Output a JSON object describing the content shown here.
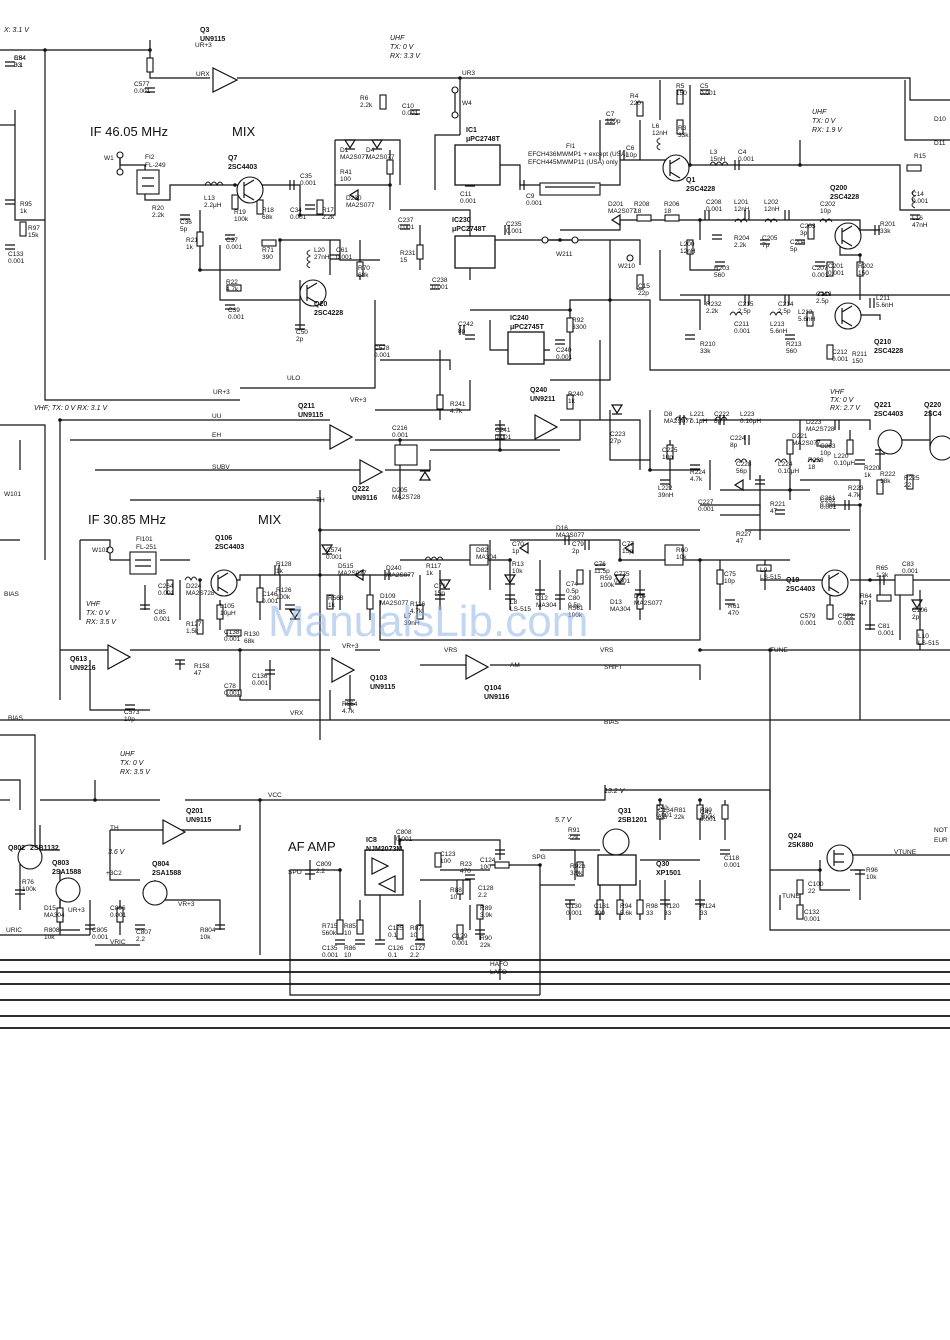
{
  "watermark": "ManualsLib.com",
  "headings": {
    "if_top": "IF 46.05 MHz",
    "mix_top": "MIX",
    "if_mid": "IF 30.85 MHz",
    "mix_mid": "MIX",
    "af_amp": "AF AMP"
  },
  "voltage_notes": {
    "top_left": "X: 3.1 V",
    "uhf_top": [
      "UHF",
      "TX:  0 V",
      "RX: 3.3 V"
    ],
    "uhf_right": [
      "UHF",
      "TX:  0 V",
      "RX: 1.9 V"
    ],
    "vhf_left": "VHF; TX: 0 V  RX: 3.1 V",
    "vhf_right": [
      "VHF",
      "TX:  0 V",
      "RX: 2.7 V"
    ],
    "vhf_mid": [
      "VHF",
      "TX:  0 V",
      "RX: 3.5 V"
    ],
    "uhf_bottom": [
      "UHF",
      "TX:  0 V",
      "RX: 3.5 V"
    ],
    "v36": "3.6 V",
    "v57": "5.7 V",
    "v132": "13.2 V"
  },
  "fh1_notes": [
    "EFCH436MWMP1 + except (USA)",
    "EFCH445MWMP11 (USA) only"
  ],
  "transistors": {
    "q3": [
      "Q3",
      "UN9115"
    ],
    "q7": [
      "Q7",
      "2SC4403"
    ],
    "q20": [
      "Q20",
      "2SC4228"
    ],
    "q1": [
      "Q1",
      "2SC4228"
    ],
    "q200": [
      "Q200",
      "2SC4228"
    ],
    "q210": [
      "Q210",
      "2SC4228"
    ],
    "q240": [
      "Q240",
      "UN9211"
    ],
    "q211": [
      "Q211",
      "UN9115"
    ],
    "q222": [
      "Q222",
      "UN9116"
    ],
    "q221": [
      "Q221",
      "2SC4403"
    ],
    "q220": [
      "Q220",
      "2SC4"
    ],
    "q106": [
      "Q106",
      "2SC4403"
    ],
    "q19": [
      "Q19",
      "2SC4403"
    ],
    "q613": [
      "Q613",
      "UN9216"
    ],
    "q103": [
      "Q103",
      "UN9115"
    ],
    "q104": [
      "Q104",
      "UN9116"
    ],
    "q201": [
      "Q201",
      "UN9115"
    ],
    "q802": [
      "Q802",
      "2SB1132"
    ],
    "q803": [
      "Q803",
      "2SA1588"
    ],
    "q804": [
      "Q804",
      "2SA1588"
    ],
    "q31": [
      "Q31",
      "2SB1201"
    ],
    "q30": [
      "Q30",
      "XP1501"
    ],
    "q24": [
      "Q24",
      "2SK880"
    ]
  },
  "ics": {
    "ic1": [
      "IC1",
      "μPC2748T"
    ],
    "ic230": [
      "IC230",
      "μPC2748T"
    ],
    "ic240": [
      "IC240",
      "μPC2745T"
    ],
    "ic8": [
      "IC8",
      "NJM2073M"
    ]
  },
  "filters": {
    "fl249": [
      "FI2",
      "FL-249"
    ],
    "fl251": [
      "FI101",
      "FL-251"
    ],
    "fh1": "FI1"
  },
  "nets": {
    "ur3": "UR+3",
    "urx": "URX",
    "ur3b": "UR3",
    "w4": "W4",
    "w1": "W1",
    "w102": "W102",
    "w211": "W211",
    "w210": "W210",
    "w101": "W101",
    "ur3c": "UR+3",
    "ulo": "ULO",
    "uu": "UU",
    "eh": "EH",
    "subv": "SUBV",
    "th": "TH",
    "vr3": "VR+3",
    "vrx": "VRX",
    "vrs": "VRS",
    "am": "AM",
    "shift": "SHIFT",
    "bias": "BIAS",
    "bias2": "BIAS",
    "bias3": "BIAS",
    "tune": "TUNE",
    "tune2": "TUNE",
    "vtune": "VTUNE",
    "vcc": "VCC",
    "th2": "TH",
    "spo": "SPO",
    "spg": "SPG",
    "hafo": "HAFO",
    "lafo": "LAFO",
    "uric": "URIC",
    "urb": "UR+3",
    "vr3b": "VR+3",
    "vr3c": "VR+3",
    "vric": "VRIC",
    "vr3d": "+3C2",
    "vrs2": "VRS",
    "not": "NOT",
    "eur": "EUR",
    "d10": "D10",
    "d11": "D11",
    "r15": "R15"
  },
  "components": [
    [
      "C54",
      "0.1"
    ],
    [
      "C577",
      "0.001"
    ],
    [
      "R6",
      "2.2k"
    ],
    [
      "C10",
      "0.001"
    ],
    [
      "C11",
      "0.001"
    ],
    [
      "C9",
      "0.001"
    ],
    [
      "C6",
      "10p"
    ],
    [
      "C7",
      "120p"
    ],
    [
      "R4",
      "220"
    ],
    [
      "L6",
      "12nH"
    ],
    [
      "R3",
      "33k"
    ],
    [
      "R5",
      "150"
    ],
    [
      "C5",
      "0.001"
    ],
    [
      "L3",
      "15nH"
    ],
    [
      "C4",
      "0.001"
    ],
    [
      "D1",
      "MA2S077"
    ],
    [
      "D4",
      "MA2S077"
    ],
    [
      "R41",
      "100"
    ],
    [
      "D230",
      "MA2S077"
    ],
    [
      "C35",
      "0.001"
    ],
    [
      "R17",
      "2.2k"
    ],
    [
      "C34",
      "0.001"
    ],
    [
      "R18",
      "68k"
    ],
    [
      "R19",
      "100k"
    ],
    [
      "L13",
      "2.2μH"
    ],
    [
      "C36",
      "5p"
    ],
    [
      "R20",
      "2.2k"
    ],
    [
      "R21",
      "1k"
    ],
    [
      "C37",
      "0.001"
    ],
    [
      "R71",
      "390"
    ],
    [
      "L20",
      "27nH"
    ],
    [
      "C61",
      "0.001"
    ],
    [
      "R70",
      "68k"
    ],
    [
      "R22",
      "4.7k"
    ],
    [
      "C39",
      "0.001"
    ],
    [
      "C50",
      "2p"
    ],
    [
      "C237",
      "0.001"
    ],
    [
      "R231",
      "15"
    ],
    [
      "C238",
      "0.001"
    ],
    [
      "C235",
      "0.001"
    ],
    [
      "C242",
      "8p"
    ],
    [
      "R92",
      "3300"
    ],
    [
      "C240",
      "0.001"
    ],
    [
      "C578",
      "0.001"
    ],
    [
      "R241",
      "4.7k"
    ],
    [
      "C241",
      "0.001"
    ],
    [
      "R240",
      "1k"
    ],
    [
      "D201",
      "MA2S077"
    ],
    [
      "R208",
      "18"
    ],
    [
      "R206",
      "18"
    ],
    [
      "C208",
      "0.001"
    ],
    [
      "L201",
      "12nH"
    ],
    [
      "L202",
      "12nH"
    ],
    [
      "C202",
      "10p"
    ],
    [
      "L200",
      "12nH"
    ],
    [
      "R204",
      "2.2k"
    ],
    [
      "C205",
      "7p"
    ],
    [
      "C204",
      "5p"
    ],
    [
      "C203",
      "3p"
    ],
    [
      "R203",
      "560"
    ],
    [
      "C207",
      "0.001"
    ],
    [
      "C201",
      "0.001"
    ],
    [
      "R202",
      "150"
    ],
    [
      "R201",
      "33k"
    ],
    [
      "C14",
      "0.001"
    ],
    [
      "L16",
      "47nH"
    ],
    [
      "C15",
      "22p"
    ],
    [
      "R232",
      "2.2k"
    ],
    [
      "C215",
      "2.5p"
    ],
    [
      "C214",
      "2.5p"
    ],
    [
      "C213",
      "2.5p"
    ],
    [
      "L211",
      "5.6nH"
    ],
    [
      "C211",
      "0.001"
    ],
    [
      "L213",
      "5.6nH"
    ],
    [
      "L212",
      "5.6nH"
    ],
    [
      "R213",
      "560"
    ],
    [
      "C212",
      "0.001"
    ],
    [
      "R211",
      "150"
    ],
    [
      "R210",
      "33k"
    ],
    [
      "C216",
      "0.001"
    ],
    [
      "D205",
      "MA2S728"
    ],
    [
      "D8",
      "MA2S077"
    ],
    [
      "L221",
      "0.1μH"
    ],
    [
      "C222",
      "8p"
    ],
    [
      "L223",
      "0.10μH"
    ],
    [
      "C224",
      "8p"
    ],
    [
      "C225",
      "10p"
    ],
    [
      "R224",
      "4.7k"
    ],
    [
      "C228",
      "56p"
    ],
    [
      "L224",
      "0.10μH"
    ],
    [
      "L222",
      "39nH"
    ],
    [
      "C223",
      "27p"
    ],
    [
      "C227",
      "0.001"
    ],
    [
      "D221",
      "MA2S077"
    ],
    [
      "D223",
      "MA2S728"
    ],
    [
      "R226",
      "18"
    ],
    [
      "C263",
      "10p"
    ],
    [
      "L220",
      "0.10μH"
    ],
    [
      "R220",
      "1k"
    ],
    [
      "R223",
      "4.7k"
    ],
    [
      "C262",
      "0.001"
    ],
    [
      "R222",
      "18k"
    ],
    [
      "R225",
      "22"
    ],
    [
      "R221",
      "47"
    ],
    [
      "R227",
      "47"
    ],
    [
      "C261",
      "0.001"
    ],
    [
      "C264",
      "0.001"
    ],
    [
      "D224",
      "MA2S728"
    ],
    [
      "C85",
      "0.001"
    ],
    [
      "R127",
      "1.5k"
    ],
    [
      "L105",
      "10μH"
    ],
    [
      "C146",
      "0.001"
    ],
    [
      "R128",
      "1k"
    ],
    [
      "R126",
      "100k"
    ],
    [
      "R130",
      "68k"
    ],
    [
      "C138",
      "0.001"
    ],
    [
      "C574",
      "0.001"
    ],
    [
      "D515",
      "MA2S077"
    ],
    [
      "R568",
      "1k"
    ],
    [
      "D240",
      "MA2S077"
    ],
    [
      "D109",
      "MA2S077"
    ],
    [
      "R117",
      "1k"
    ],
    [
      "C71",
      "15p"
    ],
    [
      "R116",
      "4.7k"
    ],
    [
      "L7",
      "39nH"
    ],
    [
      "D82",
      "MA304"
    ],
    [
      "C70",
      "1p"
    ],
    [
      "R13",
      "10k"
    ],
    [
      "L8",
      "LS-515"
    ],
    [
      "D12",
      "MA304"
    ],
    [
      "D16",
      "MA2S077"
    ],
    [
      "C79",
      "2p"
    ],
    [
      "C74",
      "0.5p"
    ],
    [
      "C80",
      "0.5p"
    ],
    [
      "C76",
      "11.5p"
    ],
    [
      "R59",
      "100k"
    ],
    [
      "R561",
      "100k"
    ],
    [
      "C77",
      "15p"
    ],
    [
      "C775",
      "0.001"
    ],
    [
      "D13",
      "MA304"
    ],
    [
      "D14",
      "MA2S077"
    ],
    [
      "R60",
      "10k"
    ],
    [
      "C75",
      "10p"
    ],
    [
      "L9",
      "LS-515"
    ],
    [
      "R61",
      "470"
    ],
    [
      "R158",
      "47"
    ],
    [
      "C78",
      "0.001"
    ],
    [
      "C136",
      "0.001"
    ],
    [
      "R564",
      "4.7k"
    ],
    [
      "C573",
      "10p"
    ],
    [
      "C579",
      "0.001"
    ],
    [
      "C572",
      "0.001"
    ],
    [
      "R64",
      "47"
    ],
    [
      "C81",
      "0.001"
    ],
    [
      "R65",
      "1.2k"
    ],
    [
      "C83",
      "0.001"
    ],
    [
      "C106",
      "2p"
    ],
    [
      "L10",
      "LS-515"
    ],
    [
      "D15",
      "MA304"
    ],
    [
      "R76",
      "100k"
    ],
    [
      "R808",
      "10k"
    ],
    [
      "C805",
      "0.001"
    ],
    [
      "C806",
      "0.001"
    ],
    [
      "C807",
      "2.2"
    ],
    [
      "R804",
      "10k"
    ],
    [
      "C808",
      "0.001"
    ],
    [
      "C809",
      "2.2"
    ],
    [
      "C123",
      "100"
    ],
    [
      "C124",
      "100"
    ],
    [
      "R715",
      "560k"
    ],
    [
      "C135",
      "0.001"
    ],
    [
      "R85",
      "10"
    ],
    [
      "R86",
      "10"
    ],
    [
      "C125",
      "0.1"
    ],
    [
      "C126",
      "0.1"
    ],
    [
      "R87",
      "10"
    ],
    [
      "C127",
      "2.2"
    ],
    [
      "R88",
      "10"
    ],
    [
      "C128",
      "2.2"
    ],
    [
      "R89",
      "3.9k"
    ],
    [
      "C129",
      "0.001"
    ],
    [
      "R90",
      "22k"
    ],
    [
      "R91",
      "22k"
    ],
    [
      "R92b",
      "3.9k"
    ],
    [
      "C130",
      "0.001"
    ],
    [
      "C131",
      "100"
    ],
    [
      "R94",
      "5.6k"
    ],
    [
      "R98",
      "33"
    ],
    [
      "R120",
      "33"
    ],
    [
      "R124",
      "33"
    ],
    [
      "C100",
      "22"
    ],
    [
      "C132",
      "0.001"
    ],
    [
      "R96",
      "10k"
    ],
    [
      "R95",
      "1k"
    ],
    [
      "R97",
      "15k"
    ],
    [
      "C133",
      "0.001"
    ],
    [
      "C134",
      "6.8"
    ],
    [
      "R81",
      "22k"
    ],
    [
      "R80",
      "100K"
    ],
    [
      "C118",
      "0.001"
    ],
    [
      "C42",
      "0.001"
    ],
    [
      "R23",
      "470"
    ],
    [
      "C41",
      "0.001"
    ],
    [
      "R84",
      "33"
    ]
  ]
}
